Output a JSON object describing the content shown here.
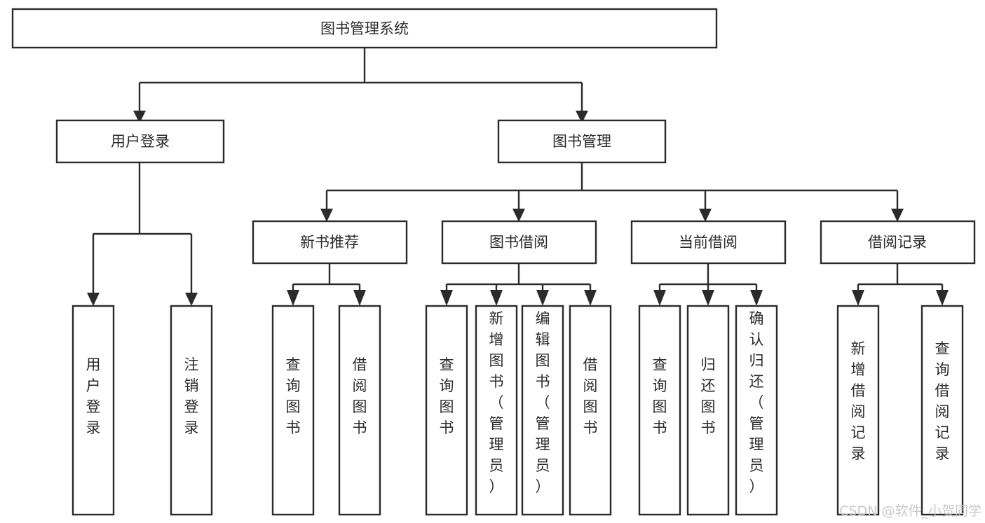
{
  "diagram": {
    "title": "图书管理系统",
    "type": "hierarchy-tree",
    "orientation": "top-down",
    "colors": {
      "box_stroke": "#2b2b2b",
      "box_fill": "#ffffff",
      "text": "#2b2b2b",
      "background": "#ffffff",
      "watermark": "#c9c9c9"
    },
    "levels": [
      {
        "level": 1,
        "nodes": [
          {
            "id": "root",
            "label": "图书管理系统",
            "orientation": "horizontal"
          }
        ]
      },
      {
        "level": 2,
        "nodes": [
          {
            "id": "user-login",
            "label": "用户登录",
            "orientation": "horizontal",
            "parent": "root"
          },
          {
            "id": "book-manage",
            "label": "图书管理",
            "orientation": "horizontal",
            "parent": "root"
          }
        ]
      },
      {
        "level": 3,
        "nodes": [
          {
            "id": "new-book-rec",
            "label": "新书推荐",
            "orientation": "horizontal",
            "parent": "book-manage"
          },
          {
            "id": "book-borrow",
            "label": "图书借阅",
            "orientation": "horizontal",
            "parent": "book-manage"
          },
          {
            "id": "current-borrow",
            "label": "当前借阅",
            "orientation": "horizontal",
            "parent": "book-manage"
          },
          {
            "id": "borrow-record",
            "label": "借阅记录",
            "orientation": "horizontal",
            "parent": "book-manage"
          }
        ]
      },
      {
        "level": 4,
        "nodes": [
          {
            "id": "leaf-user-login",
            "label": "用户登录",
            "orientation": "vertical",
            "parent": "user-login"
          },
          {
            "id": "leaf-user-logout",
            "label": "注销登录",
            "orientation": "vertical",
            "parent": "user-login"
          },
          {
            "id": "leaf-query-book-1",
            "label": "查询图书",
            "orientation": "vertical",
            "parent": "new-book-rec"
          },
          {
            "id": "leaf-borrow-book-1",
            "label": "借阅图书",
            "orientation": "vertical",
            "parent": "new-book-rec"
          },
          {
            "id": "leaf-query-book-2",
            "label": "查询图书",
            "orientation": "vertical",
            "parent": "book-borrow"
          },
          {
            "id": "leaf-add-book",
            "label": "新增图书（管理员）",
            "orientation": "vertical",
            "parent": "book-borrow"
          },
          {
            "id": "leaf-edit-book",
            "label": "编辑图书（管理员）",
            "orientation": "vertical",
            "parent": "book-borrow"
          },
          {
            "id": "leaf-borrow-book-2",
            "label": "借阅图书",
            "orientation": "vertical",
            "parent": "book-borrow"
          },
          {
            "id": "leaf-query-book-3",
            "label": "查询图书",
            "orientation": "vertical",
            "parent": "current-borrow"
          },
          {
            "id": "leaf-return-book",
            "label": "归还图书",
            "orientation": "vertical",
            "parent": "current-borrow"
          },
          {
            "id": "leaf-confirm-return",
            "label": "确认归还（管理员）",
            "orientation": "vertical",
            "parent": "current-borrow"
          },
          {
            "id": "leaf-add-record",
            "label": "新增借阅记录",
            "orientation": "vertical",
            "parent": "borrow-record"
          },
          {
            "id": "leaf-query-record",
            "label": "查询借阅记录",
            "orientation": "vertical",
            "parent": "borrow-record"
          }
        ]
      }
    ]
  },
  "watermark": {
    "text": "CSDN @软件_小贺同学"
  }
}
